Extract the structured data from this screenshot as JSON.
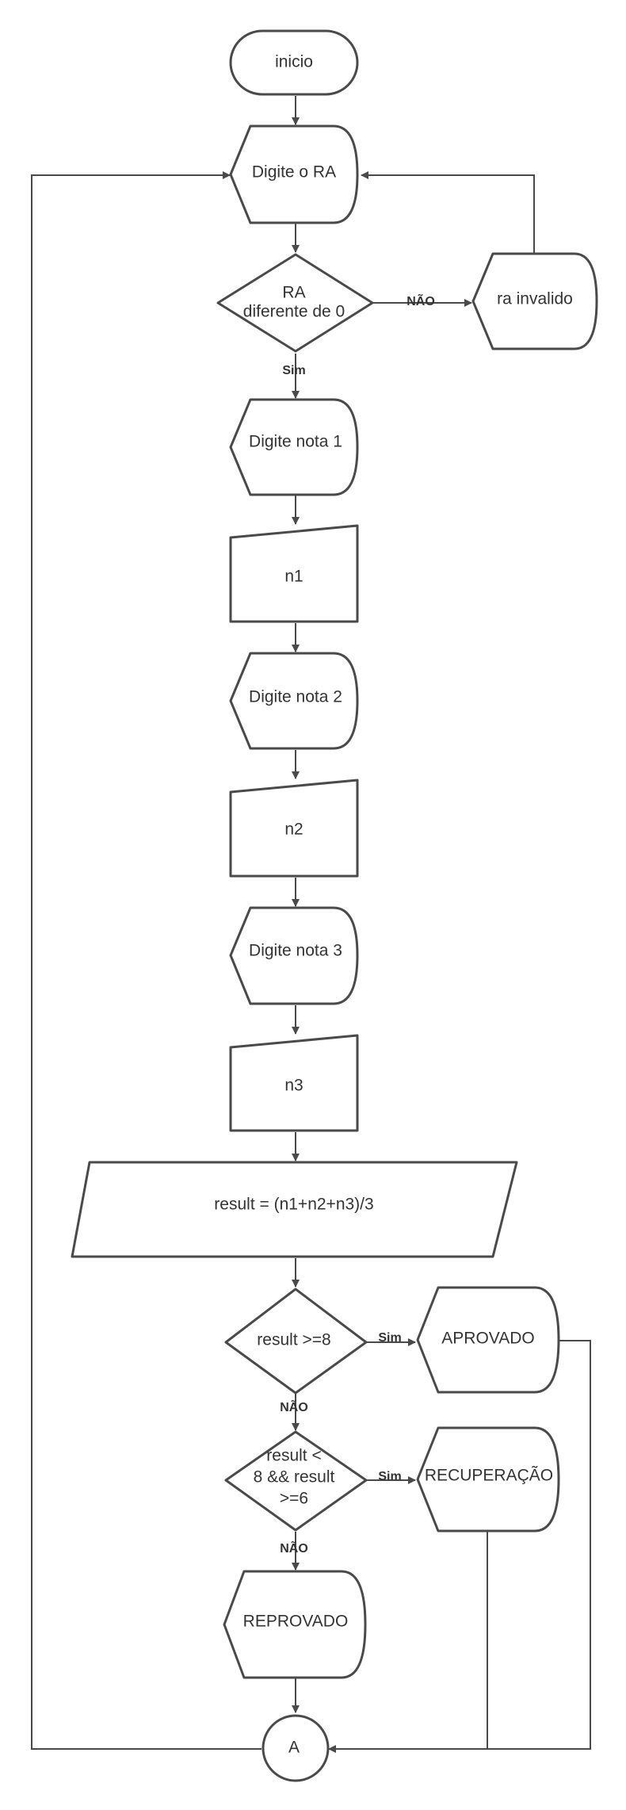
{
  "nodes": {
    "inicio": "inicio",
    "digite_ra": "Digite o RA",
    "ra_check": [
      "RA",
      "diferente de 0"
    ],
    "ra_invalido": "ra invalido",
    "digite_n1": "Digite nota 1",
    "n1": "n1",
    "digite_n2": "Digite nota 2",
    "n2": "n2",
    "digite_n3": "Digite nota 3",
    "n3": "n3",
    "result_calc": "result = (n1+n2+n3)/3",
    "result_ge8": "result >=8",
    "aprovado": "APROVADO",
    "result_rec": [
      "result <",
      "8 && result",
      ">=6"
    ],
    "recuperacao": "RECUPERAÇÃO",
    "reprovado": "REPROVADO",
    "connector_a": "A"
  },
  "edge_labels": {
    "ra_nao": "NÃO",
    "ra_sim": "Sim",
    "ge8_sim": "Sim",
    "ge8_nao": "NÃO",
    "rec_sim": "Sim",
    "rec_nao": "NÃO"
  },
  "colors": {
    "stroke": "#4a4a4a",
    "text": "#333333",
    "background": "#ffffff"
  }
}
